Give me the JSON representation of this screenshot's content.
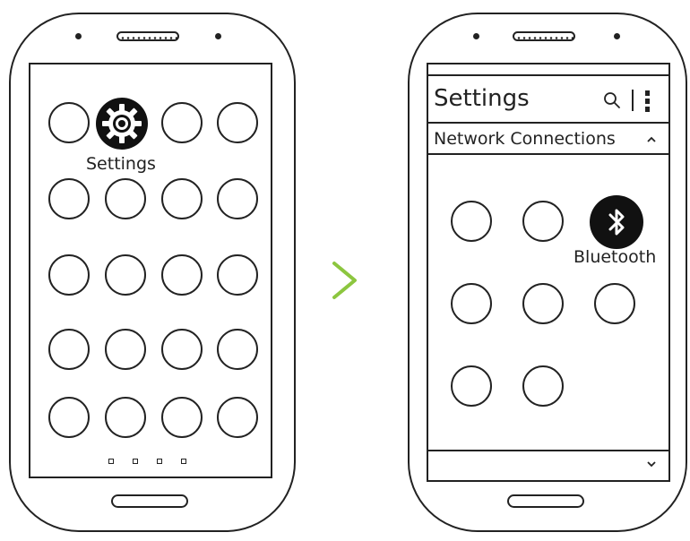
{
  "left_phone": {
    "settings_label": "Settings"
  },
  "right_phone": {
    "header_title": "Settings",
    "section_title": "Network Connections",
    "bluetooth_label": "Bluetooth",
    "search_icon": "search-icon",
    "more_icon": "more-vert-icon",
    "collapse_icon": "chevron-up-icon",
    "expand_icon": "chevron-down-icon"
  },
  "arrow_color": "#8cc63f"
}
